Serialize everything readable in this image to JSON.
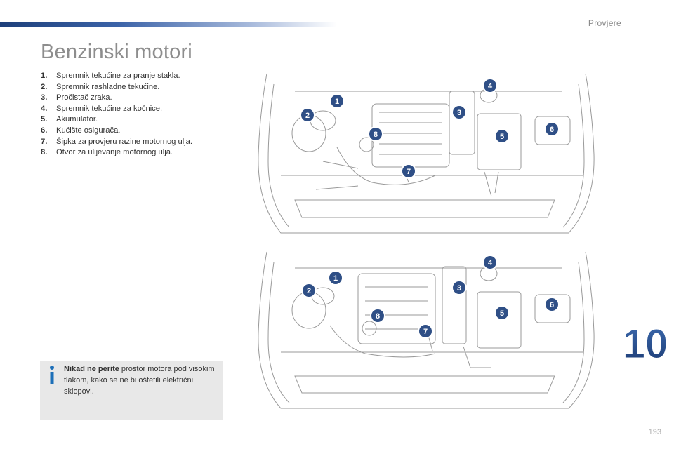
{
  "header": {
    "section": "Provjere"
  },
  "page": {
    "title": "Benzinski motori",
    "chapter_number": "10",
    "page_number": "193"
  },
  "items": [
    {
      "num": "1.",
      "text": "Spremnik tekućine za pranje stakla."
    },
    {
      "num": "2.",
      "text": "Spremnik rashladne tekućine."
    },
    {
      "num": "3.",
      "text": "Pročistač zraka."
    },
    {
      "num": "4.",
      "text": "Spremnik tekućine za kočnice."
    },
    {
      "num": "5.",
      "text": "Akumulator."
    },
    {
      "num": "6.",
      "text": "Kućište osigurača."
    },
    {
      "num": "7.",
      "text": "Šipka za provjeru razine motornog ulja."
    },
    {
      "num": "8.",
      "text": "Otvor za ulijevanje motornog ulja."
    }
  ],
  "note": {
    "bold": "Nikad ne perite",
    "text": " prostor motora pod visokim tlakom, kako se ne bi oštetili električni sklopovi."
  },
  "callouts": [
    "1",
    "2",
    "3",
    "4",
    "5",
    "6",
    "7",
    "8"
  ],
  "colors": {
    "accent": "#1d3f7a",
    "callout": "#2f4f86",
    "note_bg": "#e8e8e8"
  },
  "icons": {
    "note": "info-icon"
  }
}
